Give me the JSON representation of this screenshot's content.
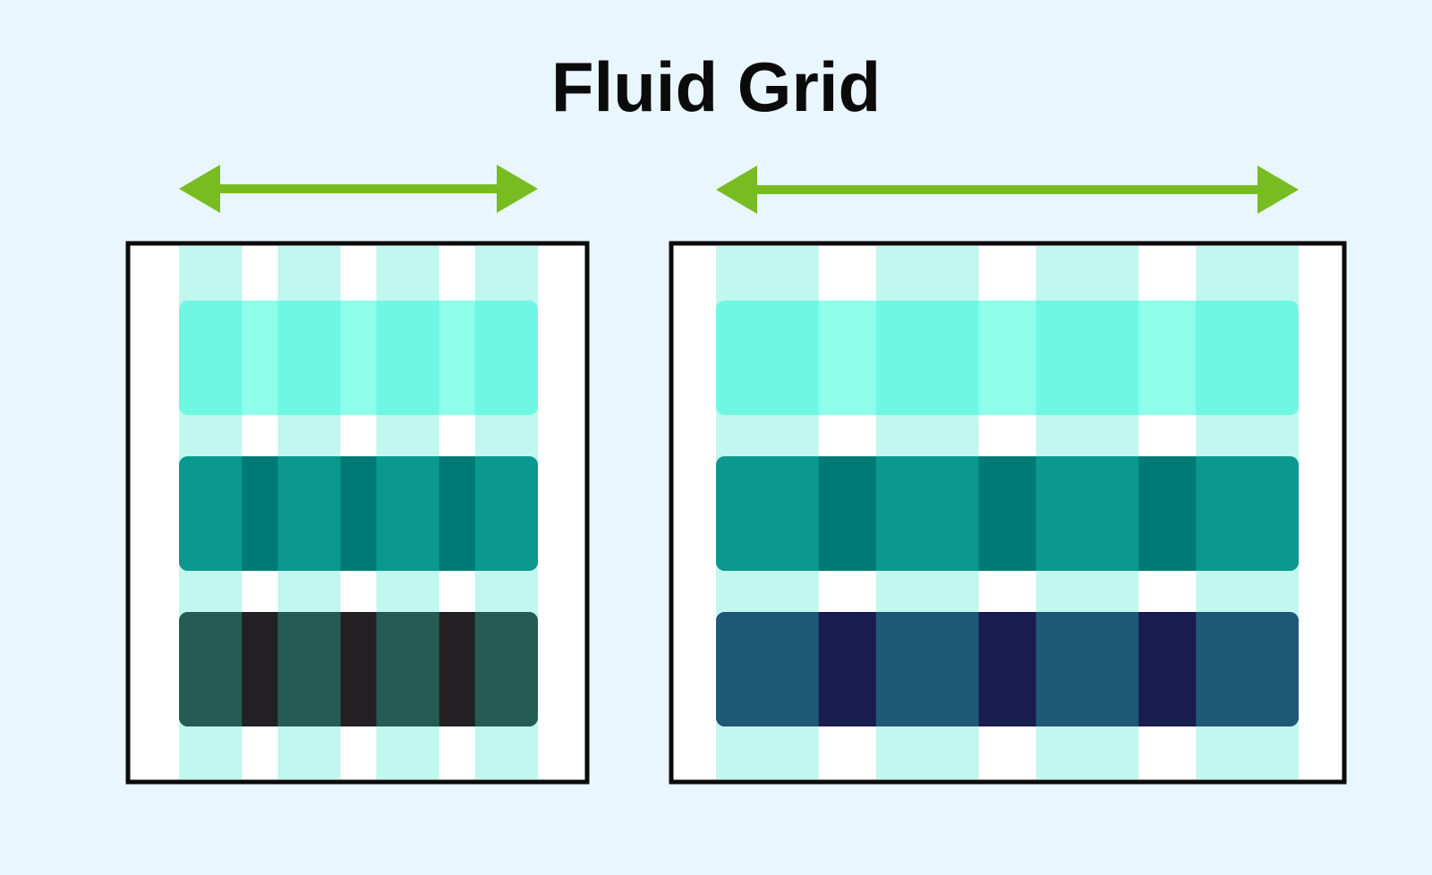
{
  "title": "Fluid Grid",
  "colors": {
    "background": "#e9f6fd",
    "arrow": "#78bc22",
    "frame_stroke": "#0b0b0b",
    "frame_fill": "#ffffff",
    "column_tint": "#c0f7ee"
  },
  "layouts": [
    {
      "name": "narrow-layout",
      "columns": 4,
      "rows": [
        {
          "name": "row-light",
          "column_color": "#6ff7e4",
          "gutter_color": "#8efde9"
        },
        {
          "name": "row-medium",
          "column_color": "#0b988e",
          "gutter_color": "#007a74"
        },
        {
          "name": "row-dark",
          "column_color": "#245c53",
          "gutter_color": "#232023"
        }
      ]
    },
    {
      "name": "wide-layout",
      "columns": 4,
      "rows": [
        {
          "name": "row-light",
          "column_color": "#6ff7e4",
          "gutter_color": "#8efde9"
        },
        {
          "name": "row-medium",
          "column_color": "#0b988e",
          "gutter_color": "#007a74"
        },
        {
          "name": "row-dark",
          "column_color": "#1f5876",
          "gutter_color": "#181c4e"
        }
      ]
    }
  ]
}
